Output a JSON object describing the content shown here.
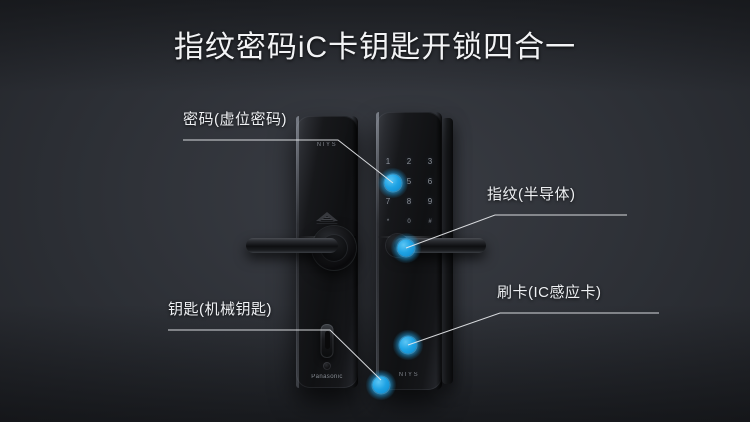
{
  "page": {
    "title": "指纹密码iC卡钥匙开锁四合一",
    "background_color": "#1e2026",
    "accent_color": "#1fa3e4",
    "text_color": "#eef0f3"
  },
  "callouts": [
    {
      "id": "password",
      "label": "密码(虚位密码)",
      "side": "left",
      "target": "keypad"
    },
    {
      "id": "fingerprint",
      "label": "指纹(半导体)",
      "side": "right",
      "target": "handle-sensor"
    },
    {
      "id": "card",
      "label": "刷卡(IC感应卡)",
      "side": "right",
      "target": "card-reader"
    },
    {
      "id": "key",
      "label": "钥匙(机械钥匙)",
      "side": "left",
      "target": "key-slot"
    }
  ],
  "lock": {
    "left_panel": {
      "brand_top": "NIYS",
      "brand_bottom": "Panasonic"
    },
    "right_panel": {
      "brand_bottom": "NIYS",
      "keypad_keys": [
        "1",
        "2",
        "3",
        "4",
        "5",
        "6",
        "7",
        "8",
        "9",
        "*",
        "0",
        "#"
      ]
    }
  }
}
